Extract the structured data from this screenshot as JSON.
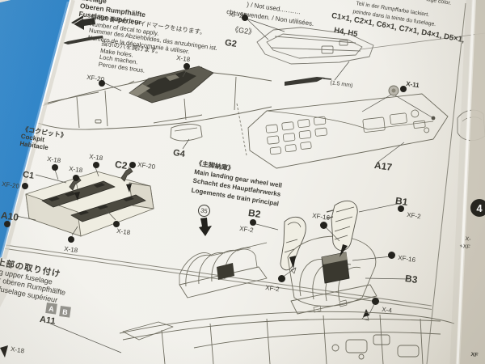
{
  "top_left_header": {
    "line1": "uselage",
    "line2": "Oberen Rumpfhälfte",
    "line3": "Fuselage supérieur"
  },
  "decal_note": {
    "jp": "指示の番号のスライドマークをはります。",
    "en": "Number of decal to apply.",
    "de": "Nummer des Abziehbildes, das anzubringen ist.",
    "fr": "Numéro de la décalcomanie à utiliser."
  },
  "holes_note": {
    "jp": "指示の穴を開けます。",
    "en": "Make holes.",
    "de": "Loch machen.",
    "fr": "Percer des trous."
  },
  "not_used": {
    "jp_en_fragment": ") / Not used.………",
    "de_fr_fragment": "cht verwenden. / Non utilisées.",
    "parts_line1": "C1×1, C2×1, C6×1, C7×1, D4×1, D5×1,",
    "parts_line2": "H4, H5"
  },
  "paint_in_fuselage_color": {
    "en_fragment": "lage color.",
    "de_fragment": "Teil in der Rumpffarbe lackiert.",
    "fr_fragment": "peindre dans la teinte du fuselage."
  },
  "cockpit_section": {
    "jp": "《コクピット》",
    "en": "Cockpit",
    "fr": "Habitacle"
  },
  "gear_section": {
    "jp": "《主脚納庫》",
    "en": "Main landing gear wheel well",
    "de": "Schacht des Hauptfahrwerks",
    "fr": "Logements de train principal"
  },
  "step3_section": {
    "jp_fragment": "体上部の取り付け",
    "en_fragment": "ching upper fuselage",
    "de_fragment": "u der oberen Rumpfhälfte",
    "fr_fragment": "n du fuselage supérieur"
  },
  "part_labels": {
    "g2_inset": "《G2》",
    "g2": "G2",
    "g4": "G4",
    "a17": "A17",
    "c1": "C1",
    "c2": "C2",
    "a10": "A10",
    "a11": "A11",
    "b1": "B1",
    "b2": "B2",
    "b3": "B3"
  },
  "paint_labels": {
    "xf20": "XF-20",
    "x18": "X-18",
    "x11": "X-11",
    "xf16": "XF-16",
    "xf2": "XF-2",
    "x4": "X-4"
  },
  "misc": {
    "drill_size": "(1.5 mm)",
    "step35": "35",
    "step4": "4",
    "frag_x": "X-",
    "frag_pxf": "+XF",
    "frag_xf": "XF",
    "letter_a": "A",
    "letter_b": "B"
  }
}
